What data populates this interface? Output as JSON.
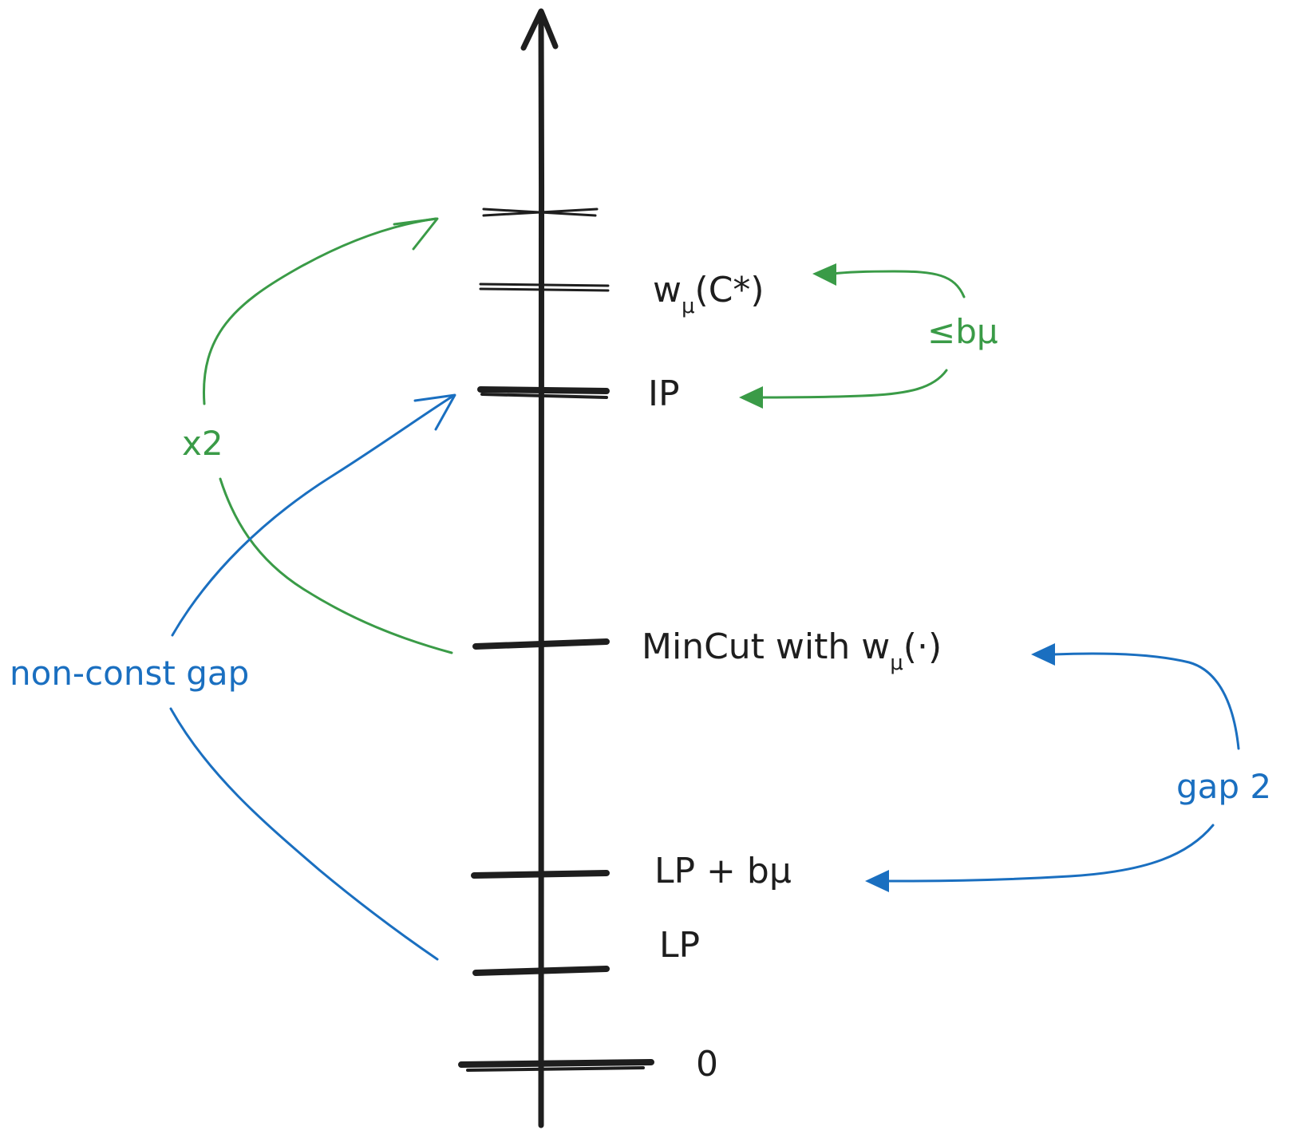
{
  "colors": {
    "ink": "#1e1e1e",
    "green": "#3a9b47",
    "blue": "#1a6fc0",
    "background": "#ffffff"
  },
  "axis": {
    "direction": "up",
    "ticks": [
      {
        "id": "top",
        "label": ""
      },
      {
        "id": "w-mu-c-star",
        "label": "w",
        "label_sub": "μ",
        "label_tail": "(C*)"
      },
      {
        "id": "ip",
        "label": "IP"
      },
      {
        "id": "mincut",
        "label": "MinCut with w",
        "label_sub": "μ",
        "label_tail": "(·)"
      },
      {
        "id": "lp-plus-bmu",
        "label": "LP + bμ"
      },
      {
        "id": "lp",
        "label": "LP"
      },
      {
        "id": "zero",
        "label": "0"
      }
    ]
  },
  "annotations": {
    "x2": {
      "text": "x2",
      "color": "green"
    },
    "le_bmu": {
      "text": "≤bμ",
      "color": "green"
    },
    "non_const_gap": {
      "text": "non-const gap",
      "color": "blue"
    },
    "gap2": {
      "text": "gap 2",
      "color": "blue"
    }
  }
}
